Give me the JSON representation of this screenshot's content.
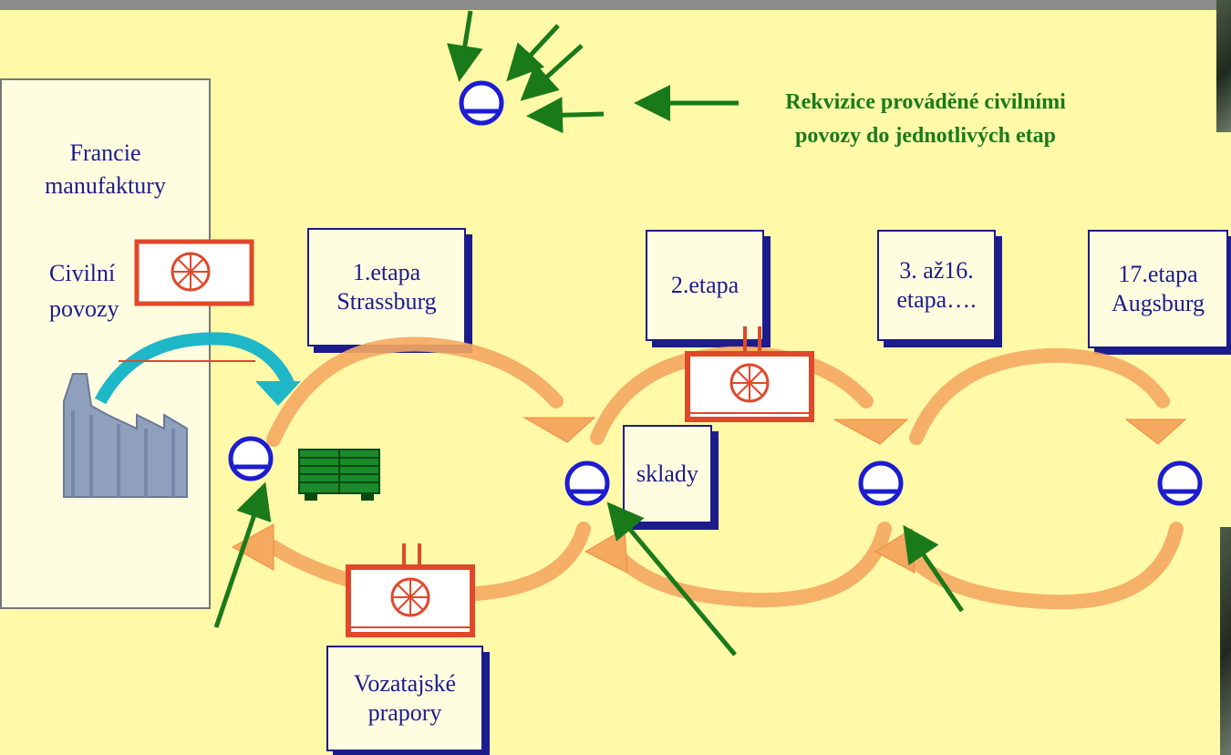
{
  "title_france": "Francie\nmanufaktury",
  "label_civilni": "Civilní\npovozy",
  "rekvizice": "Rekvizice prováděné civilními povozy do jednotlivých etap",
  "etapa1": "1.etapa\nStrassburg",
  "etapa2": "2.etapa",
  "etapa3": "3. až16.\netapa….",
  "etapa17": "17.etapa\nAugsburg",
  "sklady": "sklady",
  "vozatajske": "Vozatajské\nprapory",
  "icons": [
    "station-icon",
    "wagon-icon",
    "factory-icon",
    "boxes-icon"
  ],
  "colors": {
    "background": "#fff9a8",
    "arrow_green": "#1a7a1a",
    "arrow_orange": "#f5a860",
    "wagon_red": "#e0482a",
    "navy": "#1c1c8c"
  }
}
